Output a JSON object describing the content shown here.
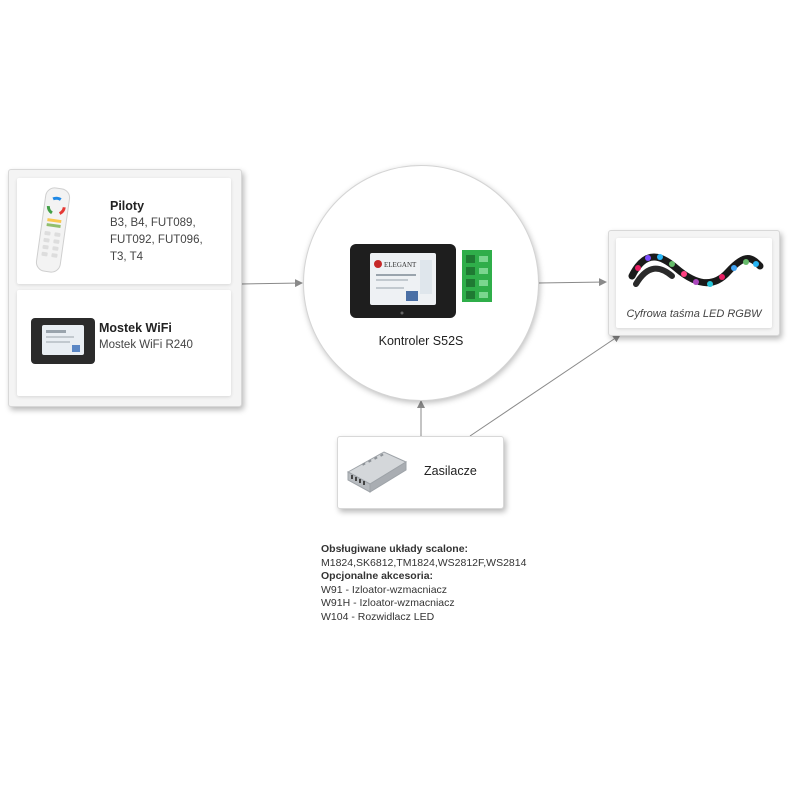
{
  "remotes": {
    "title": "Piloty",
    "lines": [
      "B3, B4, FUT089,",
      "FUT092, FUT096,",
      "T3, T4"
    ]
  },
  "bridge": {
    "title": "Mostek WiFi",
    "subtitle": "Mostek WiFi R240"
  },
  "controller": {
    "label": "Kontroler S52S",
    "device_brand": "ELEGANT"
  },
  "led_strip": {
    "label": "Cyfrowa taśma LED RGBW"
  },
  "power_supply": {
    "label": "Zasilacze"
  },
  "notes": {
    "ic_heading": "Obsługiwane układy scalone:",
    "ic_list": "M1824,SK6812,TM1824,WS2812F,WS2814",
    "accessories_heading": "Opcjonalne akcesoria:",
    "accessories": [
      "W91 - Izloator-wzmacniacz",
      "W91H - Izloator-wzmacniacz",
      "W104 - Rozwidlacz LED"
    ]
  },
  "colors": {
    "arrow": "#8a8a8a",
    "terminal_green": "#2fae4a",
    "device_body": "#1e1e1e"
  }
}
